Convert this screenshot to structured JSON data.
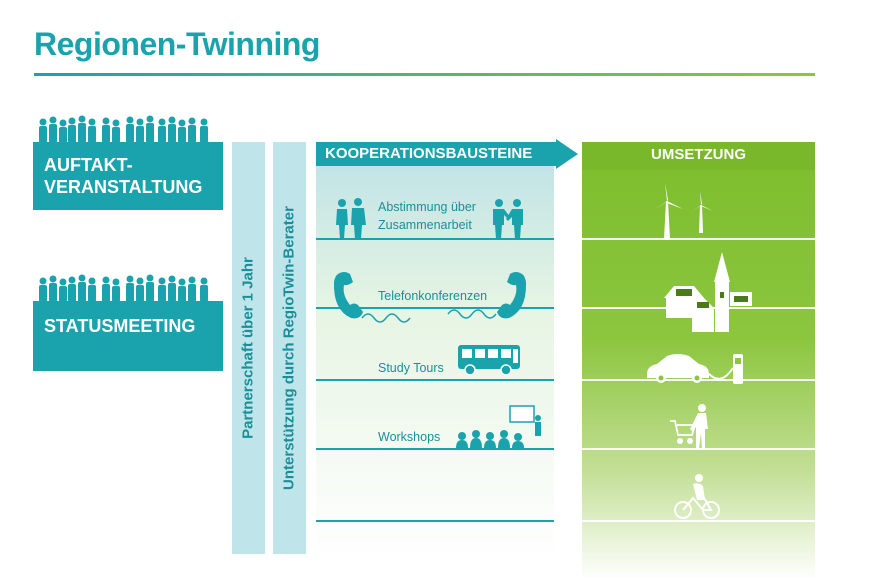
{
  "title": "Regionen-Twinning",
  "left_boxes": {
    "auftakt_line1": "AUFTAKT-",
    "auftakt_line2": "VERANSTALTUNG",
    "status": "STATUSMEETING"
  },
  "vertical_bars": {
    "partnerschaft": "Partnerschaft über 1 Jahr",
    "unterstuetzung": "Unterstützung durch RegioTwin-Berater"
  },
  "kooperation": {
    "header": "KOOPERATIONSBAUSTEINE",
    "items": [
      {
        "line1": "Abstimmung über",
        "line2": "Zusammenarbeit",
        "icon": "people-talking-icon"
      },
      {
        "line1": "Telefonkonferenzen",
        "icon": "telephone-icon"
      },
      {
        "line1": "Study Tours",
        "icon": "bus-icon"
      },
      {
        "line1": "Workshops",
        "icon": "presentation-audience-icon"
      }
    ]
  },
  "umsetzung": {
    "header": "UMSETZUNG",
    "icons": [
      "wind-turbine-icon",
      "solar-houses-icon",
      "electric-car-icon",
      "shopping-person-icon",
      "cyclist-icon"
    ]
  },
  "colors": {
    "teal": "#1aa3ad",
    "light_teal": "#bfe5ea",
    "green": "#8cc63f"
  }
}
